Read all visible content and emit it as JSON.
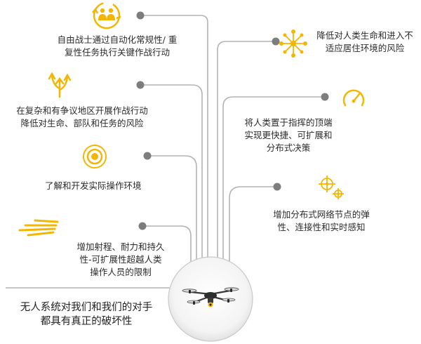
{
  "colors": {
    "line": "#b3b3b3",
    "dot": "#7d7d7d",
    "accent": "#f2b705",
    "text": "#2b2b2b"
  },
  "nodes": {
    "autonomy": {
      "icon": "people-exchange-icon",
      "lines": [
        "自由战士通过自动化常规性/ 重",
        "复性任务执行关键作战行动"
      ]
    },
    "risk_area": {
      "icon": "branching-arrows-icon",
      "lines": [
        "在复杂和有争议地区开展作战行动",
        "降低对生命、部队和任务的风险"
      ]
    },
    "environment": {
      "icon": "target-icon",
      "lines": [
        "了解和开发实际操作环境"
      ]
    },
    "endurance": {
      "icon": "speed-lines-icon",
      "lines": [
        "增加射程、耐力和持久",
        "性-可扩展性超越人类",
        "操作人员的限制"
      ]
    },
    "hazard": {
      "icon": "network-nodes-icon",
      "lines": [
        "降低对人类生命和进入不",
        "适应居住环境的风险"
      ]
    },
    "command": {
      "icon": "gauge-icon",
      "lines": [
        "将人类置于指挥的顶端",
        "实现更快捷、可扩展和",
        "分布式决策"
      ]
    },
    "network": {
      "icon": "crosshair-nodes-icon",
      "lines": [
        "增加分布式网络节点的弹",
        "性、连接性和实时感知"
      ]
    }
  },
  "summary": {
    "lines": [
      "无人系统对我们和我们的对手",
      "都具有真正的破坏性"
    ]
  },
  "hub": {
    "icon": "drone-icon"
  }
}
